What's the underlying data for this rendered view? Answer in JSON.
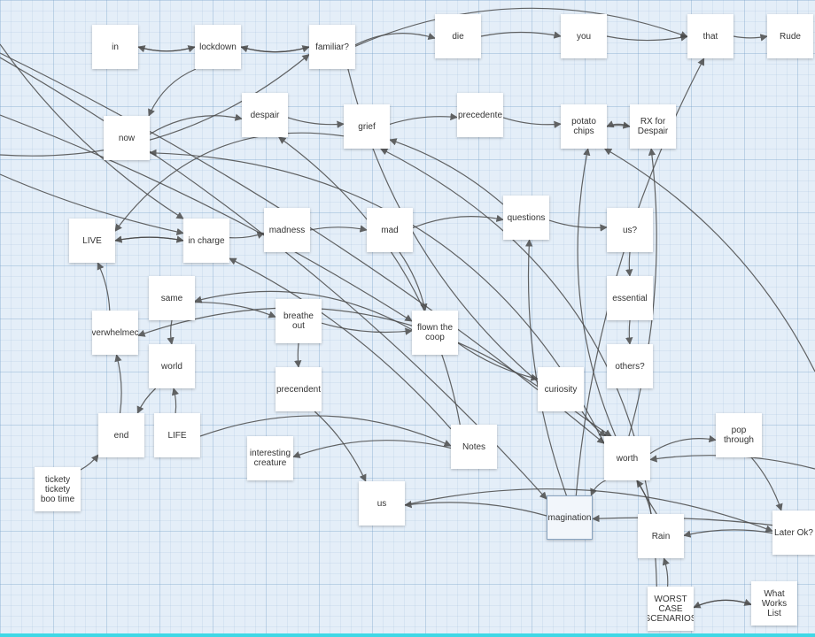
{
  "colors": {
    "background": "#e4eef8",
    "note": "#ffffff",
    "edge": "#4a4a4a",
    "accent_bar": "#40d8e6"
  },
  "notes": {
    "in": "in",
    "lockdown": "lockdown",
    "familiar": "familiar?",
    "die": "die",
    "you": "you",
    "that": "that",
    "rude": "Rude",
    "now": "now",
    "despair": "despair",
    "grief": "grief",
    "unprecedented": "precedente",
    "potato_chips": "potato\nchips",
    "rx_for_despair": "RX for\nDespair",
    "live": "LIVE",
    "in_charge": "in charge",
    "madness": "madness",
    "mad": "mad",
    "questions": "questions",
    "us_q": "us?",
    "same": "same",
    "overwhelmed": "verwhelmec",
    "breathe_out": "breathe\nout",
    "flown_the_coop": "flown the\ncoop",
    "essential": "essential",
    "world": "world",
    "others": "others?",
    "precendent": "precendent",
    "curiosity": "curiosity",
    "end": "end",
    "life": "LIFE",
    "interesting_creature": "interesting\ncreature",
    "notes": "Notes",
    "worth": "worth",
    "pop_through": "pop\nthrough",
    "tickety": "tickety\ntickety\nboo time",
    "us": "us",
    "imagination": "magination",
    "rain": "Rain",
    "later_ok": "Later Ok?",
    "worst_case": "WORST\nCASE\nSCENARIOS",
    "what_works": "What\nWorks\nList"
  }
}
